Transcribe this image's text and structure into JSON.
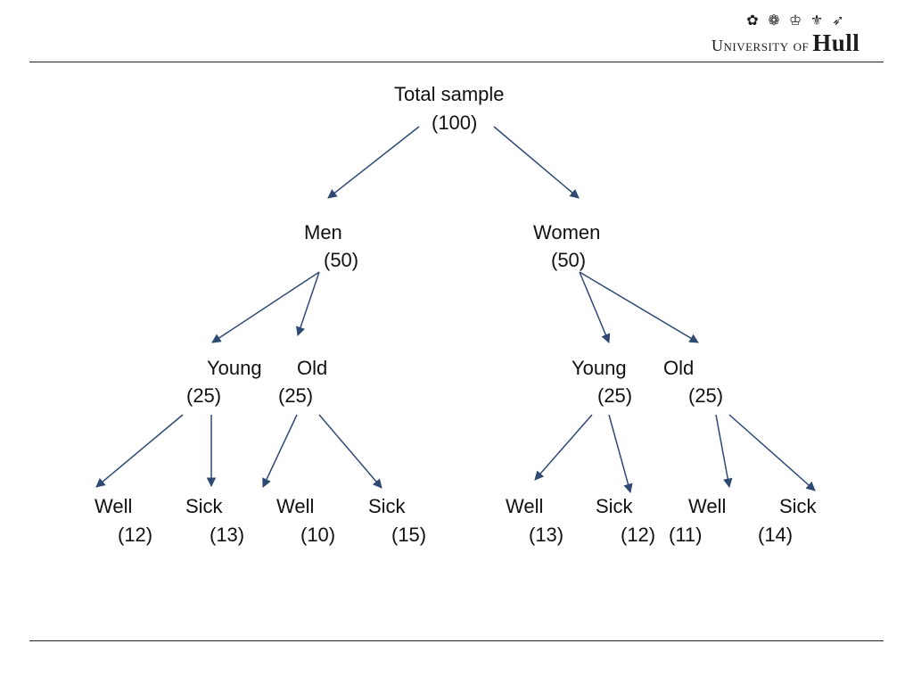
{
  "logo": {
    "text_small": "University of",
    "text_big": "Hull",
    "crest_icons": [
      "tudor-rose-icon",
      "rose-icon",
      "crown-icon",
      "fleur-de-lis-icon",
      "bird-icon"
    ]
  },
  "colors": {
    "arrow": "#2e4a73",
    "text": "#111111",
    "rule": "#222222"
  },
  "tree": {
    "nodes": [
      {
        "id": "total",
        "label": "Total sample",
        "count": "(100)"
      },
      {
        "id": "men",
        "label": "Men",
        "count": "(50)"
      },
      {
        "id": "women",
        "label": "Women",
        "count": "(50)"
      },
      {
        "id": "men-young",
        "label": "Young",
        "count": "(25)"
      },
      {
        "id": "men-old",
        "label": "Old",
        "count": "(25)"
      },
      {
        "id": "women-young",
        "label": "Young",
        "count": "(25)"
      },
      {
        "id": "women-old",
        "label": "Old",
        "count": "(25)"
      },
      {
        "id": "men-young-well",
        "label": "Well",
        "count": "(12)"
      },
      {
        "id": "men-young-sick",
        "label": "Sick",
        "count": "(13)"
      },
      {
        "id": "men-old-well",
        "label": "Well",
        "count": "(10)"
      },
      {
        "id": "men-old-sick",
        "label": "Sick",
        "count": "(15)"
      },
      {
        "id": "women-young-well",
        "label": "Well",
        "count": "(13)"
      },
      {
        "id": "women-young-sick",
        "label": "Sick",
        "count": "(12)"
      },
      {
        "id": "women-old-well",
        "label": "Well",
        "count": "(11)"
      },
      {
        "id": "women-old-sick",
        "label": "Sick",
        "count": "(14)"
      }
    ],
    "edges": [
      [
        "total",
        "men"
      ],
      [
        "total",
        "women"
      ],
      [
        "men",
        "men-young"
      ],
      [
        "men",
        "men-old"
      ],
      [
        "women",
        "women-young"
      ],
      [
        "women",
        "women-old"
      ],
      [
        "men-young",
        "men-young-well"
      ],
      [
        "men-young",
        "men-young-sick"
      ],
      [
        "men-old",
        "men-old-well"
      ],
      [
        "men-old",
        "men-old-sick"
      ],
      [
        "women-young",
        "women-young-well"
      ],
      [
        "women-young",
        "women-young-sick"
      ],
      [
        "women-old",
        "women-old-well"
      ],
      [
        "women-old",
        "women-old-sick"
      ]
    ]
  }
}
